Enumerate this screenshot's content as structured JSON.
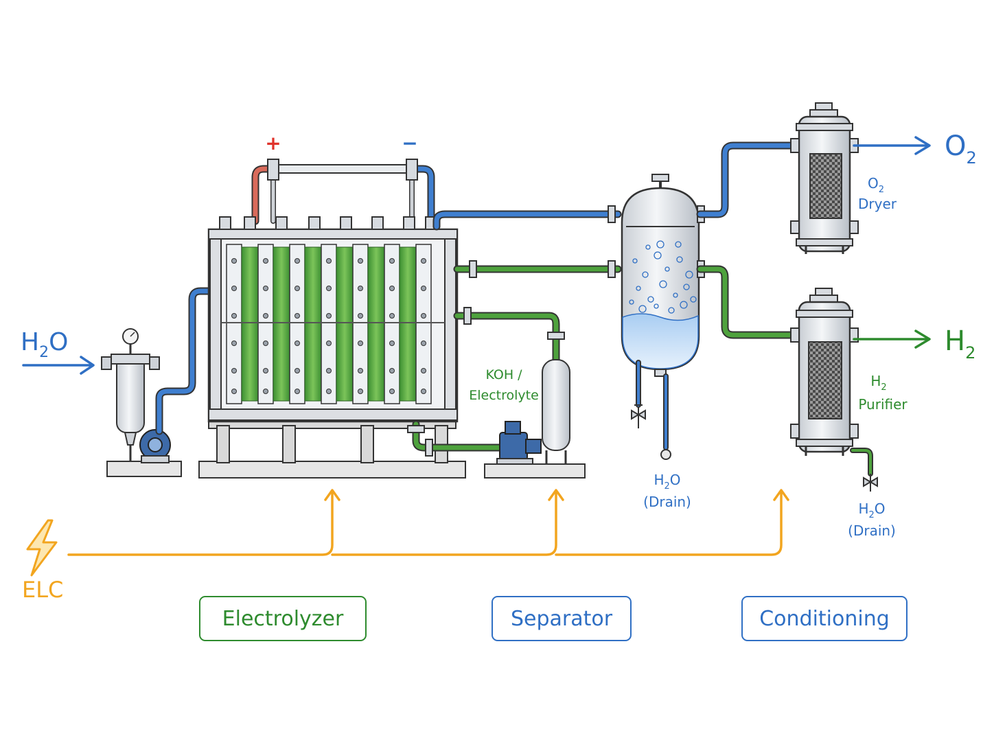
{
  "colors": {
    "water": "#2f6fc4",
    "hydrogen": "#2e8b2e",
    "electricity": "#f2a51f",
    "positive": "#e0322b",
    "negative": "#2f6fc4",
    "metal": "#dfe3e8",
    "outline": "#333333"
  },
  "inputs": {
    "water": {
      "base": "H",
      "sub": "2",
      "tail": "O"
    },
    "electricity": {
      "label": "ELC",
      "icon": "lightning-icon"
    }
  },
  "terminals": {
    "positive": "+",
    "negative": "−"
  },
  "outputs": {
    "oxygen": {
      "base": "O",
      "sub": "2"
    },
    "hydrogen": {
      "base": "H",
      "sub": "2"
    }
  },
  "labels": {
    "electrolyte_line1": "KOH /",
    "electrolyte_line2": "Electrolyte",
    "o2_dryer_base": "O",
    "o2_dryer_sub": "2",
    "o2_dryer_line2": "Dryer",
    "h2_purifier_base": "H",
    "h2_purifier_sub": "2",
    "h2_purifier_line2": "Purifier",
    "drain1_base": "H",
    "drain1_sub": "2",
    "drain1_tail": "O",
    "drain1_line2": "(Drain)",
    "drain2_base": "H",
    "drain2_sub": "2",
    "drain2_tail": "O",
    "drain2_line2": "(Drain)"
  },
  "stages": [
    {
      "label": "Electrolyzer",
      "color": "#2e8b2e"
    },
    {
      "label": "Separator",
      "color": "#2f6fc4"
    },
    {
      "label": "Conditioning",
      "color": "#2f6fc4"
    }
  ]
}
